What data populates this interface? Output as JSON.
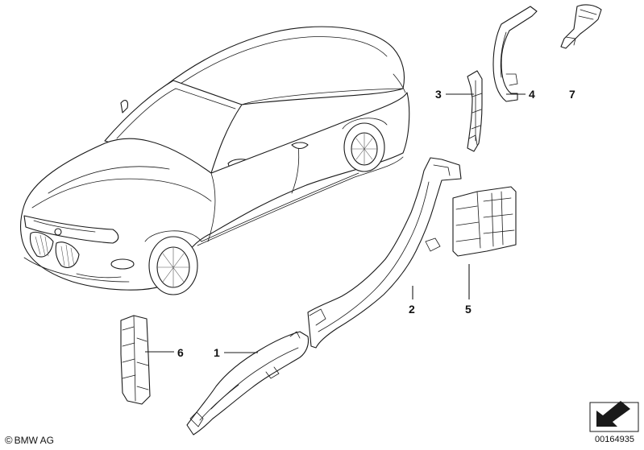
{
  "callouts": {
    "c1": "1",
    "c2": "2",
    "c3": "3",
    "c4": "4",
    "c5": "5",
    "c6": "6",
    "c7": "7"
  },
  "footer": {
    "copyright_symbol": "©",
    "brand": "BMW AG",
    "document_number": "00164935"
  }
}
